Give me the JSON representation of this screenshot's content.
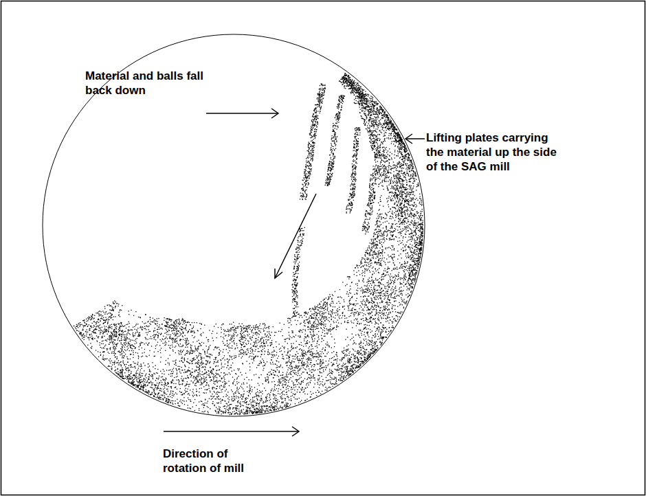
{
  "diagram": {
    "labels": [
      "Material and balls fall back down",
      "Lifting plates carrying the material up the side of the SAG mill",
      "Direction of rotation of mill"
    ]
  }
}
